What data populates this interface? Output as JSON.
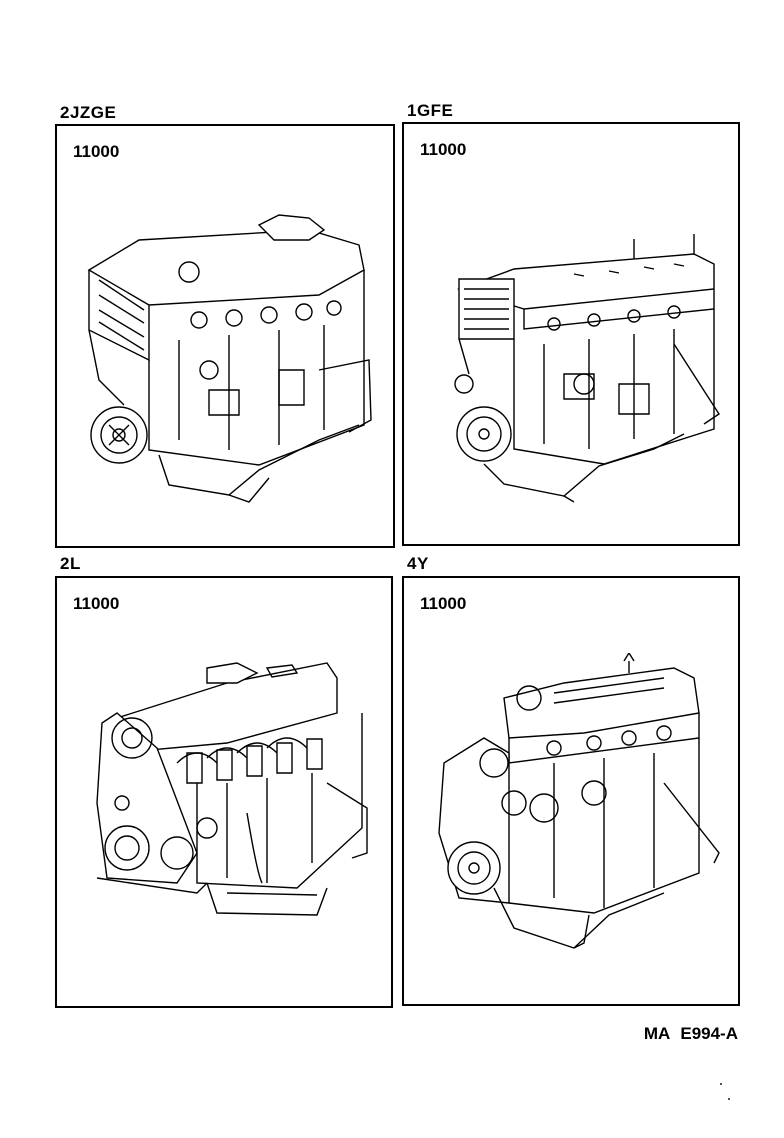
{
  "panels": [
    {
      "engine": "2JZGE",
      "part_number": "11000",
      "illustration": "inline-six-engine-assembly"
    },
    {
      "engine": "1GFE",
      "part_number": "11000",
      "illustration": "inline-six-engine-assembly"
    },
    {
      "engine": "2L",
      "part_number": "11000",
      "illustration": "inline-four-diesel-engine-assembly"
    },
    {
      "engine": "4Y",
      "part_number": "11000",
      "illustration": "inline-four-engine-assembly"
    }
  ],
  "reference_code": "MA  E994-A"
}
